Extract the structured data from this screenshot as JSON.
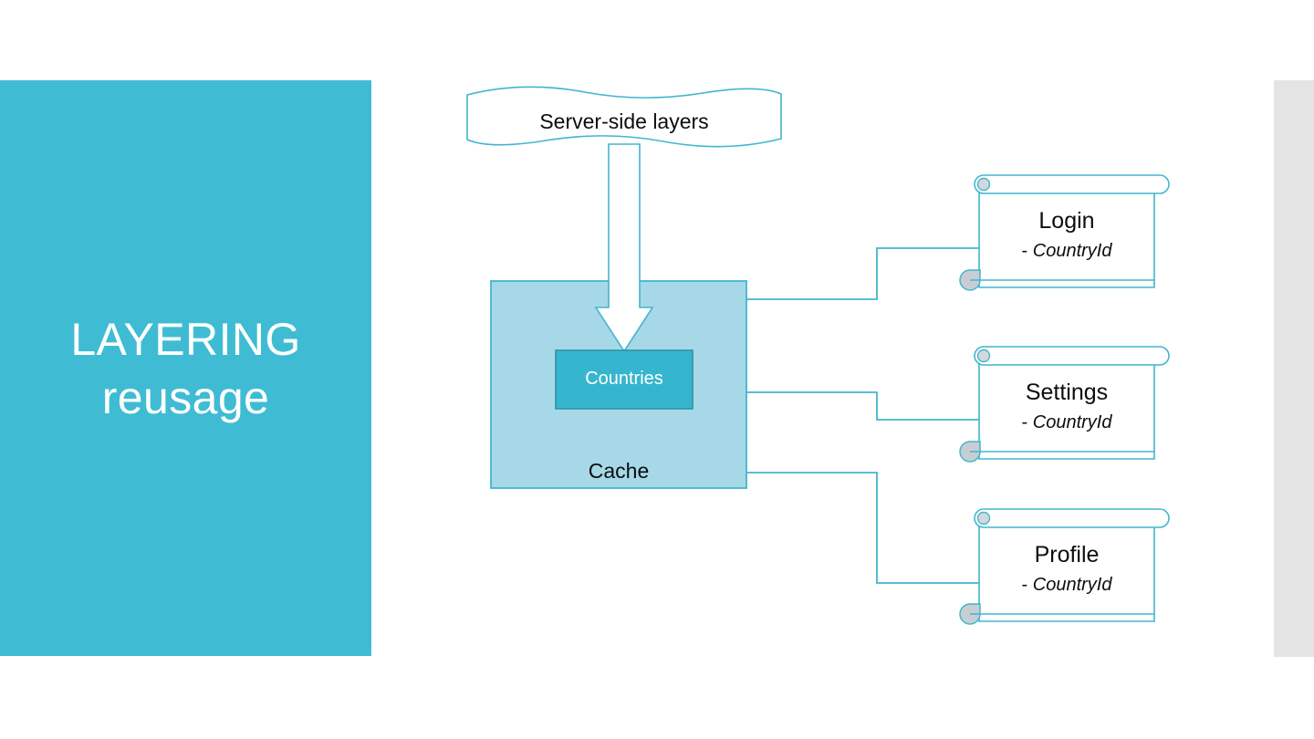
{
  "slide": {
    "title_panel": {
      "line1": "LAYERING",
      "line2": "reusage",
      "bg_color": "#3FBCD4",
      "text_color": "#FFFFFF"
    },
    "right_strip": {
      "color": "#E4E4E4"
    }
  },
  "diagram": {
    "banner": {
      "label": "Server-side layers",
      "shape": "wave",
      "stroke_color": "#41B6CE"
    },
    "cache": {
      "label": "Cache",
      "fill_color": "#A6D8E8",
      "stroke_color": "#41B6CE",
      "inner_box": {
        "label": "Countries",
        "fill_color": "#36B6CE",
        "stroke_color": "#2E93A6",
        "text_color": "#FFFFFF"
      },
      "arrow": {
        "name": "down-arrow",
        "fill_color": "#FFFFFF",
        "stroke_color": "#41B6CE"
      }
    },
    "consumers": [
      {
        "title": "Login",
        "dash": "-",
        "field": "CountryId"
      },
      {
        "title": "Settings",
        "dash": "-",
        "field": "CountryId"
      },
      {
        "title": "Profile",
        "dash": "-",
        "field": "CountryId"
      }
    ],
    "connectors": {
      "stroke_color": "#41B6CE",
      "count": 3,
      "style": "elbow-with-arrowhead"
    },
    "scroll_curl": {
      "fill_color": "#C8CDD4",
      "stroke_color": "#41B6CE"
    }
  }
}
